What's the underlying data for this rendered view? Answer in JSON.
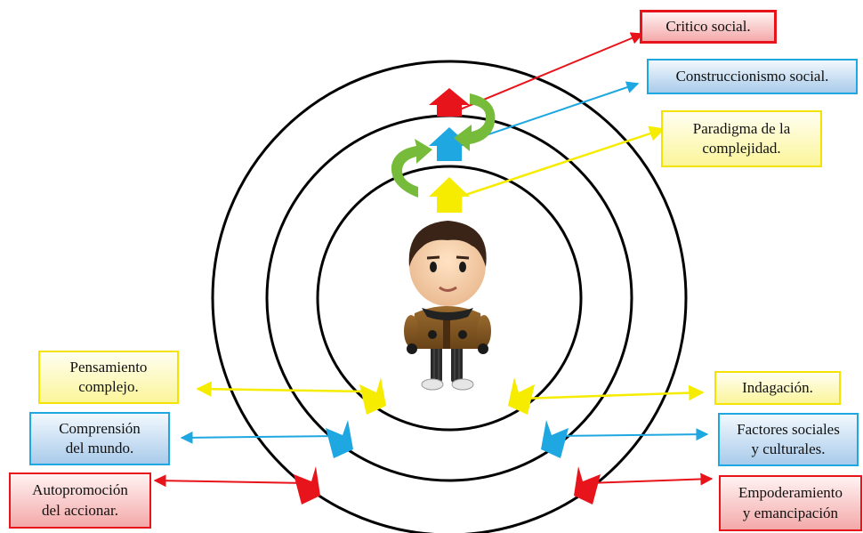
{
  "colors": {
    "red": "#e8141b",
    "blue": "#1ea7e1",
    "yellow": "#f6ec00",
    "green": "#77bb3a",
    "ring": "#000000"
  },
  "labels": {
    "critico_social": "Critico social.",
    "construccionismo_social": "Construccionismo social.",
    "paradigma_complejidad": "Paradigma de la\ncomplejidad.",
    "pensamiento_complejo": "Pensamiento\ncomplejo.",
    "comprension_mundo": "Comprensión\ndel mundo.",
    "autopromocion": "Autopromoción\ndel accionar.",
    "indagacion": "Indagación.",
    "factores_sociales": "Factores sociales\ny culturales.",
    "empoderamiento": "Empoderamiento\ny emancipación"
  },
  "icons": {
    "center": "cartoon-person-icon",
    "cycle": "green-cycle-arrows-icon",
    "up": "up-arrow-icon",
    "chevron": "chevron-arrow-icon"
  }
}
